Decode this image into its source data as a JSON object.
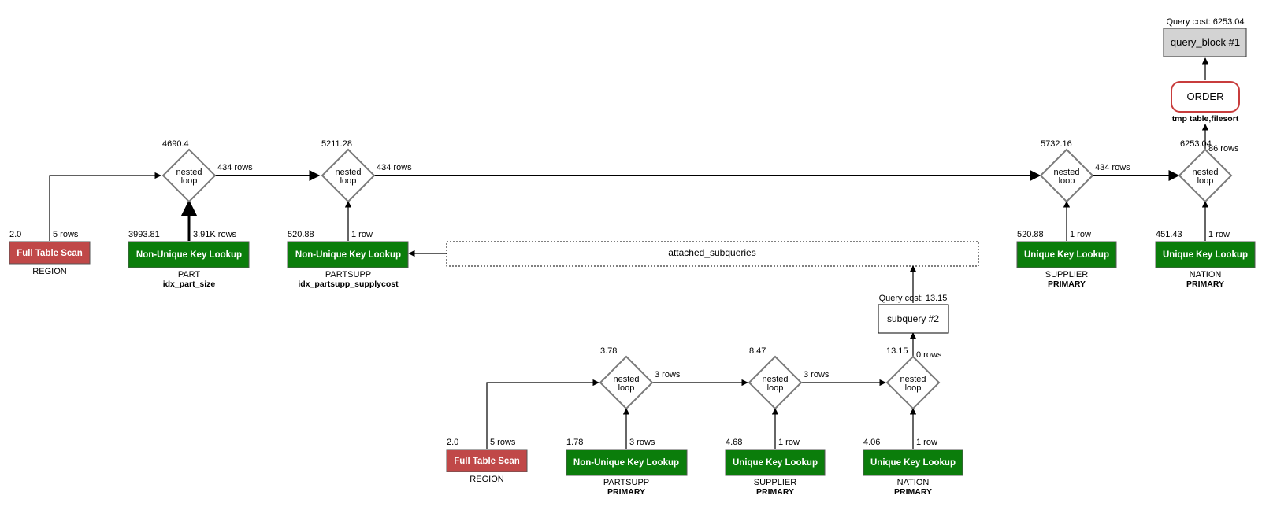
{
  "query_block": {
    "cost_text": "Query cost: 6253.04",
    "label": "query_block #1"
  },
  "order": {
    "label": "ORDER",
    "detail": "tmp table,filesort"
  },
  "top_loops": [
    {
      "cost": "4690.4",
      "label_line1": "nested",
      "label_line2": "loop",
      "out_rows": "434 rows"
    },
    {
      "cost": "5211.28",
      "label_line1": "nested",
      "label_line2": "loop",
      "out_rows": "434 rows"
    },
    {
      "cost": "5732.16",
      "label_line1": "nested",
      "label_line2": "loop",
      "out_rows": "434 rows"
    },
    {
      "cost": "6253.04",
      "label_line1": "nested",
      "label_line2": "loop",
      "out_rows": "86 rows"
    }
  ],
  "top_ops": [
    {
      "cost": "2.0",
      "rows": "5 rows",
      "label": "Full Table Scan",
      "table": "REGION",
      "key": ""
    },
    {
      "cost": "3993.81",
      "rows": "3.91K rows",
      "label": "Non-Unique Key Lookup",
      "table": "PART",
      "key": "idx_part_size"
    },
    {
      "cost": "520.88",
      "rows": "1 row",
      "label": "Non-Unique Key Lookup",
      "table": "PARTSUPP",
      "key": "idx_partsupp_supplycost"
    },
    {
      "cost": "520.88",
      "rows": "1 row",
      "label": "Unique Key Lookup",
      "table": "SUPPLIER",
      "key": "PRIMARY"
    },
    {
      "cost": "451.43",
      "rows": "1 row",
      "label": "Unique Key Lookup",
      "table": "NATION",
      "key": "PRIMARY"
    }
  ],
  "attached": {
    "label": "attached_subqueries"
  },
  "subquery": {
    "cost_text": "Query cost: 13.15",
    "label": "subquery #2"
  },
  "sub_loops": [
    {
      "cost": "3.78",
      "label_line1": "nested",
      "label_line2": "loop",
      "out_rows": "3 rows"
    },
    {
      "cost": "8.47",
      "label_line1": "nested",
      "label_line2": "loop",
      "out_rows": "3 rows"
    },
    {
      "cost": "13.15",
      "label_line1": "nested",
      "label_line2": "loop",
      "out_rows": "0 rows"
    }
  ],
  "sub_ops": [
    {
      "cost": "2.0",
      "rows": "5 rows",
      "label": "Full Table Scan",
      "table": "REGION",
      "key": ""
    },
    {
      "cost": "1.78",
      "rows": "3 rows",
      "label": "Non-Unique Key Lookup",
      "table": "PARTSUPP",
      "key": "PRIMARY"
    },
    {
      "cost": "4.68",
      "rows": "1 row",
      "label": "Unique Key Lookup",
      "table": "SUPPLIER",
      "key": "PRIMARY"
    },
    {
      "cost": "4.06",
      "rows": "1 row",
      "label": "Unique Key Lookup",
      "table": "NATION",
      "key": "PRIMARY"
    }
  ],
  "colors": {
    "lookup": "#0b7d0b",
    "scan": "#c04848",
    "query_block_fill": "#d3d3d3",
    "order_border": "#c83c3c",
    "diamond_border": "#7a7a7a"
  }
}
